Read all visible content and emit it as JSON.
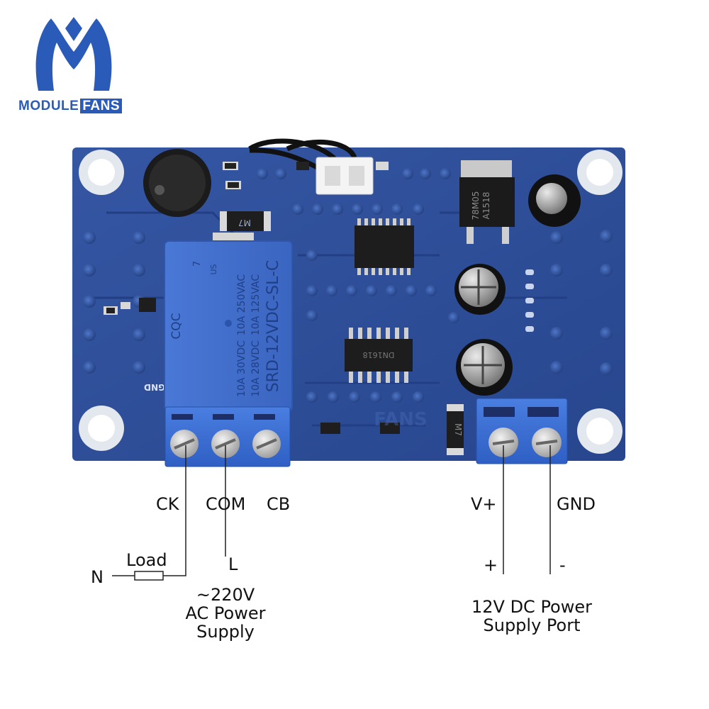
{
  "brand": {
    "part1": "MODULE",
    "part2": "FANS"
  },
  "relay": {
    "brand_mark": "7",
    "us_mark": "US",
    "ratings_a": [
      "10A 250VAC",
      "10A 30VDC"
    ],
    "ratings_b": [
      "10A 125VAC",
      "10A 28VDC"
    ],
    "model": "SRD-12VDC-SL-C",
    "cqc": "CQC"
  },
  "board": {
    "regulator_text": [
      "78M05",
      "A1518"
    ],
    "gnd_silk": "GND",
    "diode_label": "M7",
    "ic_label": "DN1618",
    "watermark": "FANS"
  },
  "terminals": {
    "ck": "CK",
    "com": "COM",
    "cb": "CB",
    "vplus": "V+",
    "gnd": "GND"
  },
  "wiring": {
    "n": "N",
    "load": "Load",
    "l": "L",
    "plus": "+",
    "minus": "-",
    "ac_supply": [
      "~220V",
      "AC Power",
      "Supply"
    ],
    "dc_supply": [
      "12V DC Power",
      "Supply Port"
    ]
  },
  "colors": {
    "pcb": "#2d4f9c",
    "pcb_dark": "#223f82",
    "terminal": "#3d6fd4",
    "relay": "#3f6cc9",
    "brand": "#2a5bb8"
  }
}
